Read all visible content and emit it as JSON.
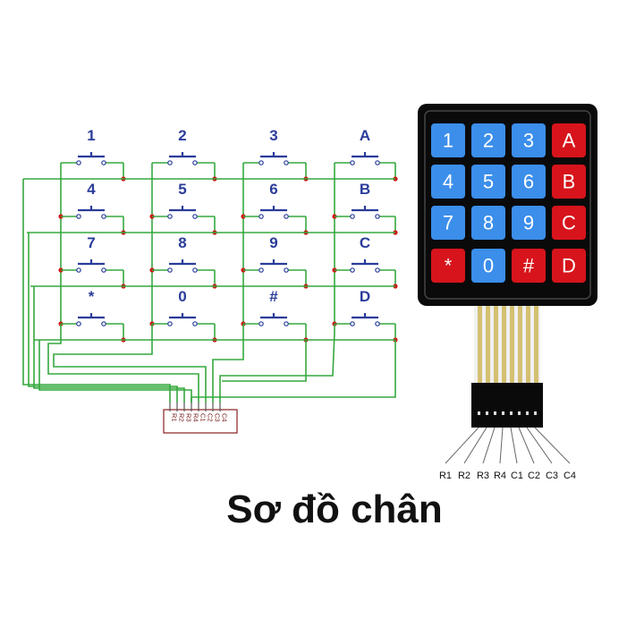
{
  "title": "Sơ đồ chân",
  "colors": {
    "wire": "#35a83f",
    "node": "#d01818",
    "switch_label": "#2a3c9a",
    "key_blue": "#3b8eea",
    "key_red": "#d7141b",
    "frame": "#0a0a0a",
    "ribbon": "#d4c070",
    "connector": "#8a2020"
  },
  "schematic": {
    "rows": [
      [
        "1",
        "2",
        "3",
        "A"
      ],
      [
        "4",
        "5",
        "6",
        "B"
      ],
      [
        "7",
        "8",
        "9",
        "C"
      ],
      [
        "*",
        "0",
        "#",
        "D"
      ]
    ],
    "pins": [
      "R1",
      "R2",
      "R3",
      "R4",
      "C1",
      "C2",
      "C3",
      "C4"
    ]
  },
  "keypad": {
    "keys": [
      [
        {
          "label": "1",
          "color": "blue"
        },
        {
          "label": "2",
          "color": "blue"
        },
        {
          "label": "3",
          "color": "blue"
        },
        {
          "label": "A",
          "color": "red"
        }
      ],
      [
        {
          "label": "4",
          "color": "blue"
        },
        {
          "label": "5",
          "color": "blue"
        },
        {
          "label": "6",
          "color": "blue"
        },
        {
          "label": "B",
          "color": "red"
        }
      ],
      [
        {
          "label": "7",
          "color": "blue"
        },
        {
          "label": "8",
          "color": "blue"
        },
        {
          "label": "9",
          "color": "blue"
        },
        {
          "label": "C",
          "color": "red"
        }
      ],
      [
        {
          "label": "*",
          "color": "red"
        },
        {
          "label": "0",
          "color": "blue"
        },
        {
          "label": "#",
          "color": "red"
        },
        {
          "label": "D",
          "color": "red"
        }
      ]
    ],
    "pins": [
      "R1",
      "R2",
      "R3",
      "R4",
      "C1",
      "C2",
      "C3",
      "C4"
    ]
  }
}
